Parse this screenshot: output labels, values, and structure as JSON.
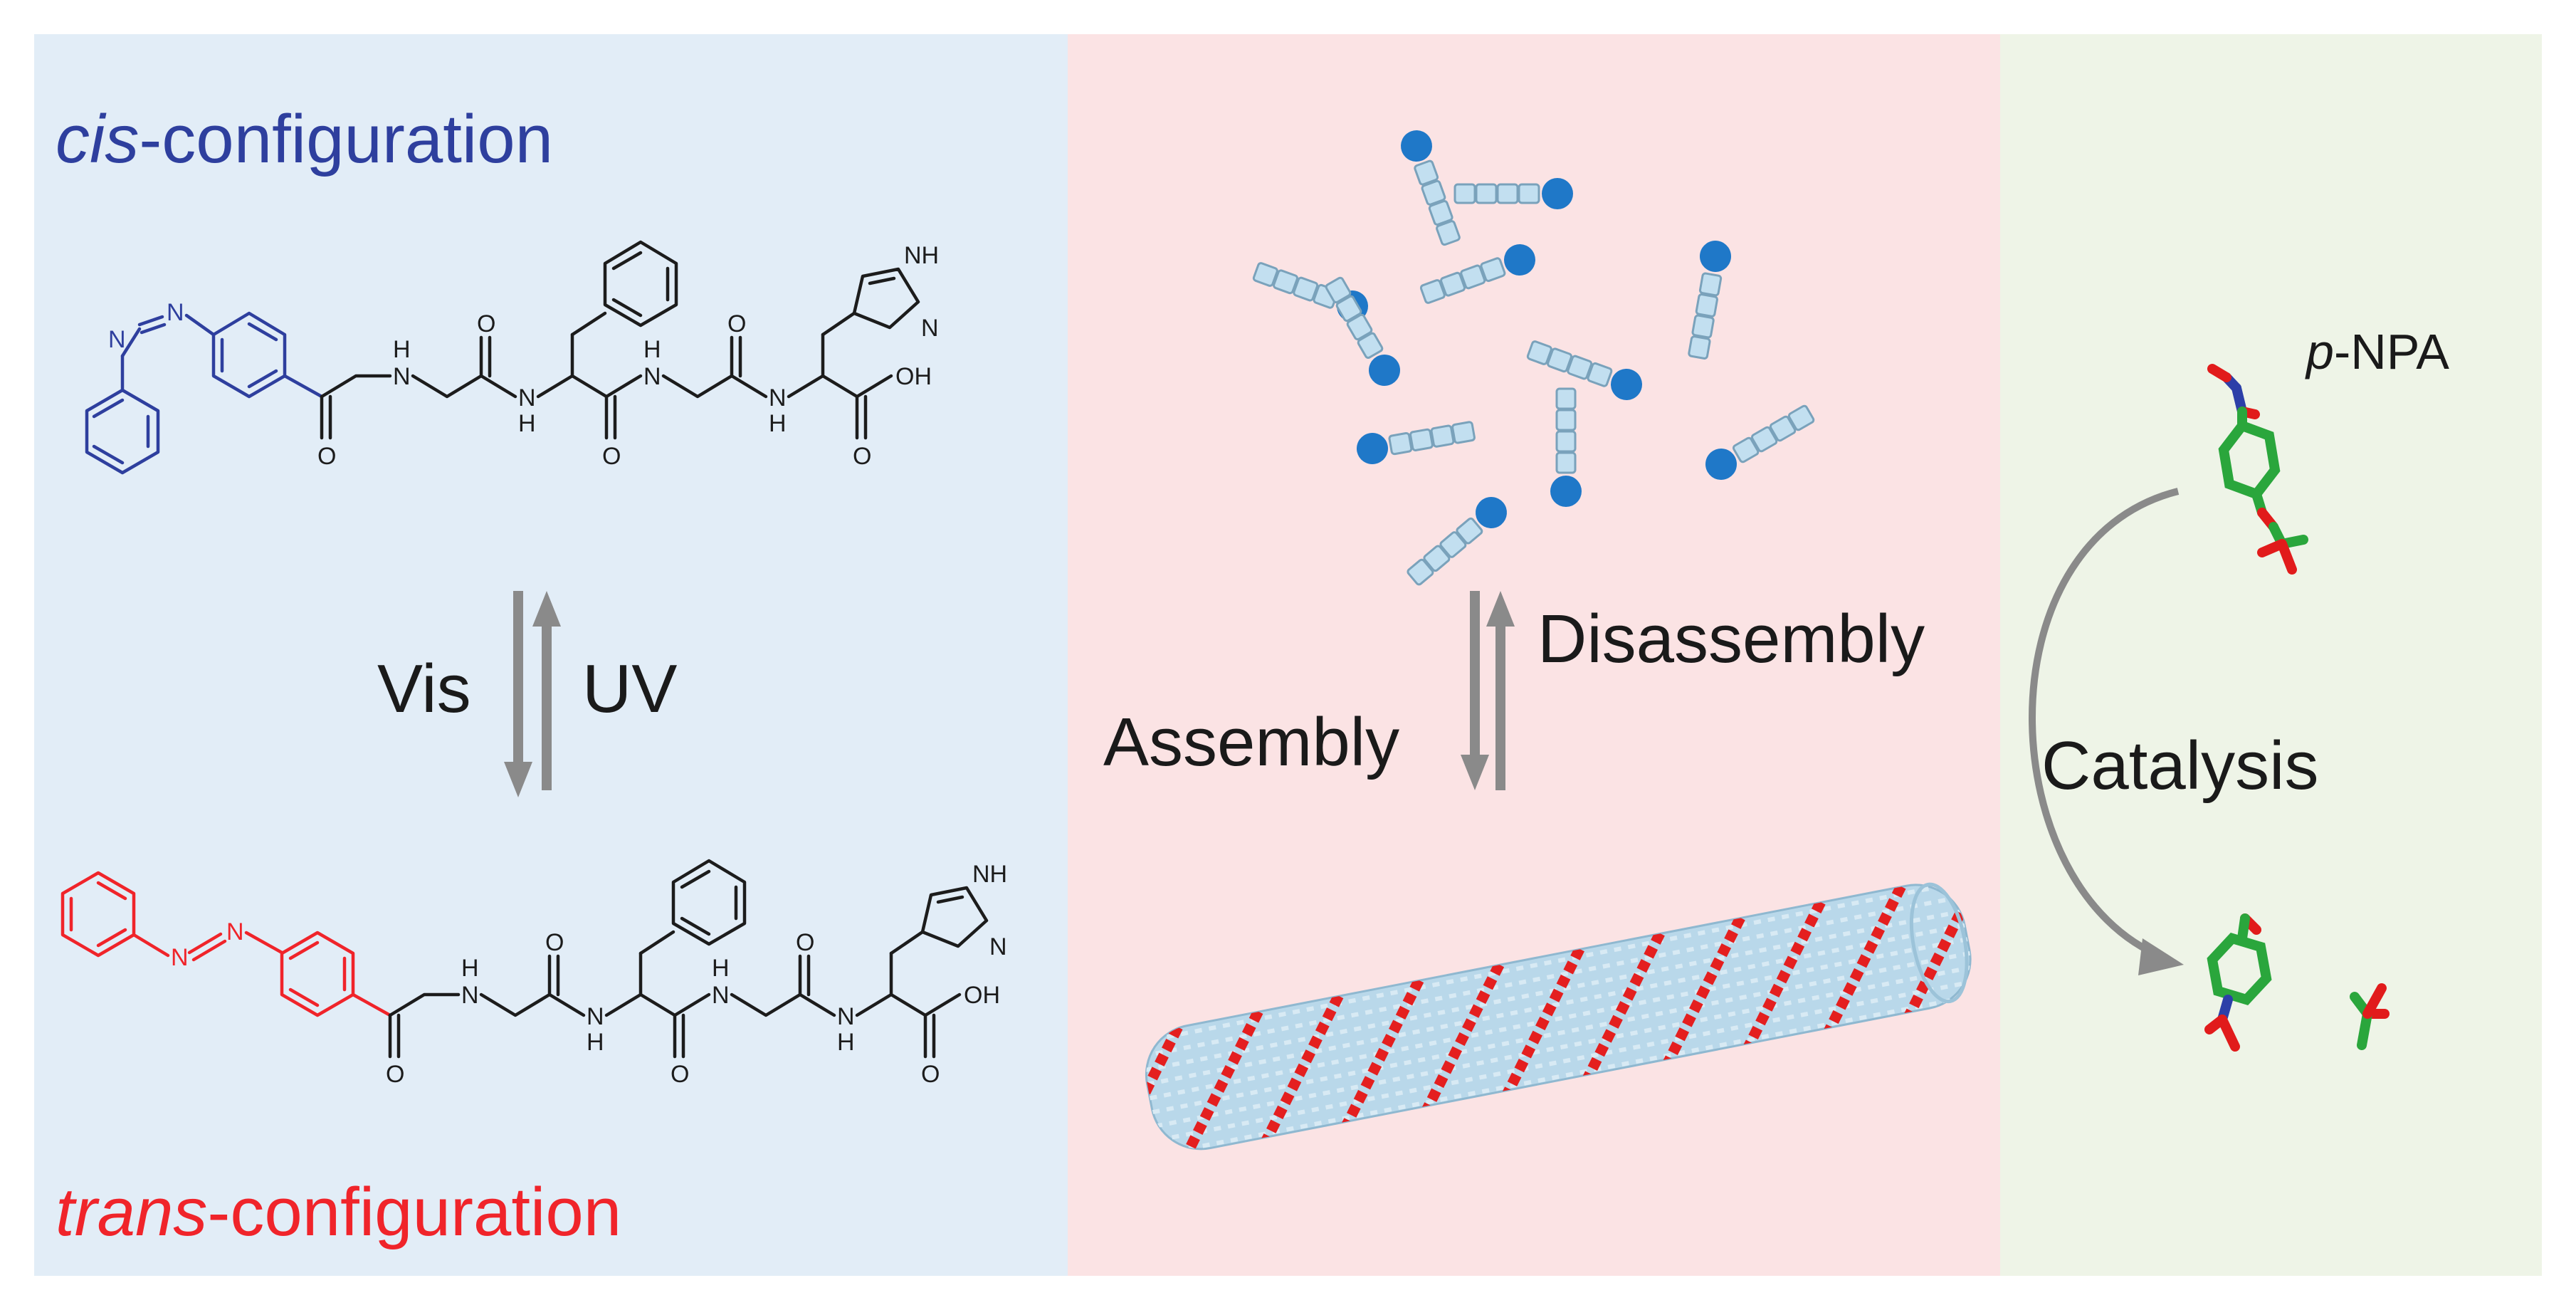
{
  "colors": {
    "panel_left": "#e2edf7",
    "panel_middle": "#fbe3e4",
    "panel_right": "#eef4e7",
    "cis_blue": "#2e3f9e",
    "trans_red": "#f0242a",
    "bond_black": "#1c1c1c",
    "arrow_gray": "#8a8a8a",
    "bead_blue": "#1f78c8",
    "segment_light": "#c2dff0",
    "fiber_stripe": "#e41f1f",
    "carbon_green": "#2aa63c",
    "oxygen_red": "#e11b1b",
    "nitrogen_blue": "#2c3fa8"
  },
  "left_panel": {
    "cis_title_italic": "cis",
    "cis_title_rest": "-configuration",
    "trans_title_italic": "trans",
    "trans_title_rest": "-configuration",
    "arrow_left_label": "Vis",
    "arrow_right_label": "UV",
    "atoms": {
      "n": "N",
      "h": "H",
      "o": "O",
      "nh": "NH",
      "oh": "OH"
    }
  },
  "middle_panel": {
    "assembly_label": "Assembly",
    "disassembly_label": "Disassembly"
  },
  "right_panel": {
    "substrate_italic": "p",
    "substrate_rest": "-NPA",
    "catalysis_label": "Catalysis"
  }
}
